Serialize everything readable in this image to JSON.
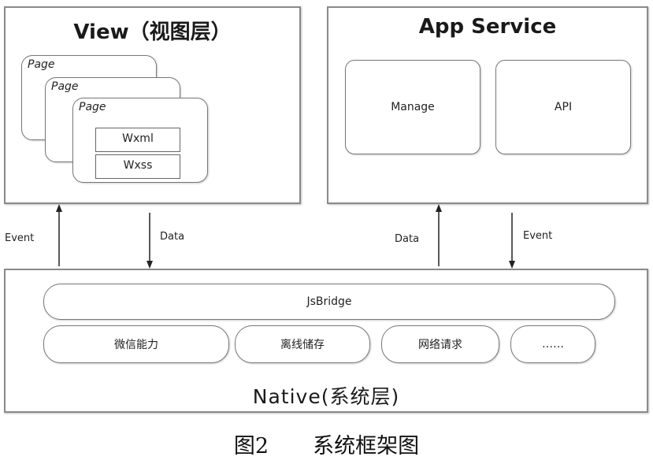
{
  "view": {
    "title": "View（视图层）",
    "pages": [
      "Page",
      "Page",
      "Page"
    ],
    "items": [
      "Wxml",
      "Wxss"
    ]
  },
  "app_service": {
    "title": "App Service",
    "modules": [
      "Manage",
      "API"
    ]
  },
  "connectors": {
    "view_up": "Event",
    "view_down": "Data",
    "service_up": "Data",
    "service_down": "Event"
  },
  "native": {
    "title": "Native(系统层)",
    "bridge": "JsBridge",
    "capabilities": [
      "微信能力",
      "离线储存",
      "网络请求",
      "……"
    ]
  },
  "caption": {
    "number": "图2",
    "text": "系统框架图"
  }
}
